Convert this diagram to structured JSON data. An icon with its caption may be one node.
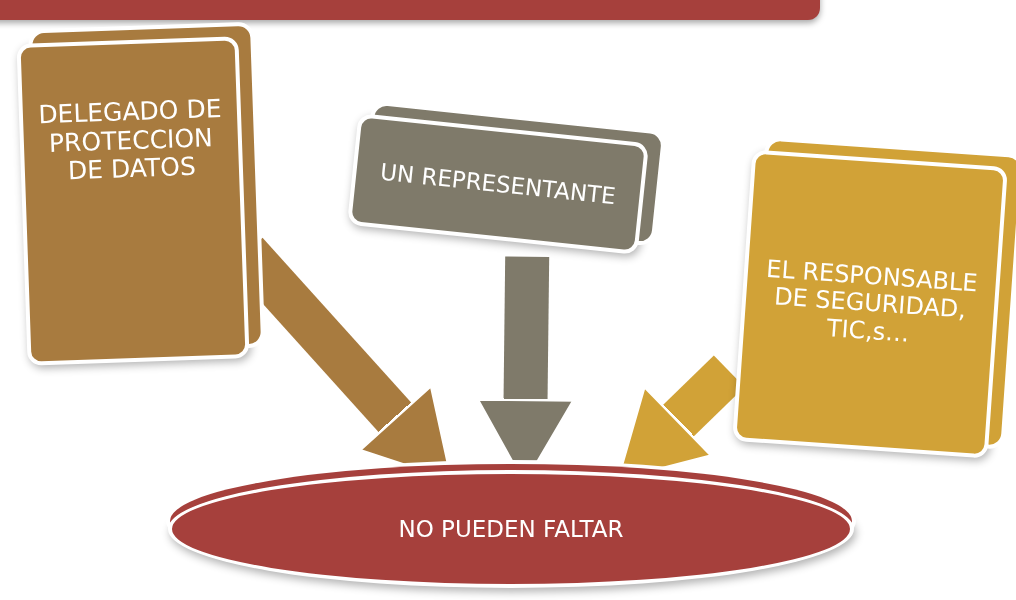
{
  "diagram": {
    "nodes": [
      {
        "text": [
          "DELEGADO DE PROTECCION DE DATOS"
        ]
      },
      {
        "text": [
          "UN REPRESENTANTE"
        ]
      },
      {
        "text": [
          "EL RESPONSABLE DE SEGURIDAD, TIC,s…"
        ]
      },
      {
        "text": [
          "NO PUEDEN FALTAR"
        ]
      }
    ],
    "edges": [
      {
        "from": 0,
        "to": 3,
        "arrow": "to",
        "color": "#a87b3f"
      },
      {
        "from": 1,
        "to": 3,
        "arrow": "to",
        "color": "#7f7a6a"
      },
      {
        "from": 2,
        "to": 3,
        "arrow": "to",
        "color": "#d1a237"
      }
    ]
  }
}
